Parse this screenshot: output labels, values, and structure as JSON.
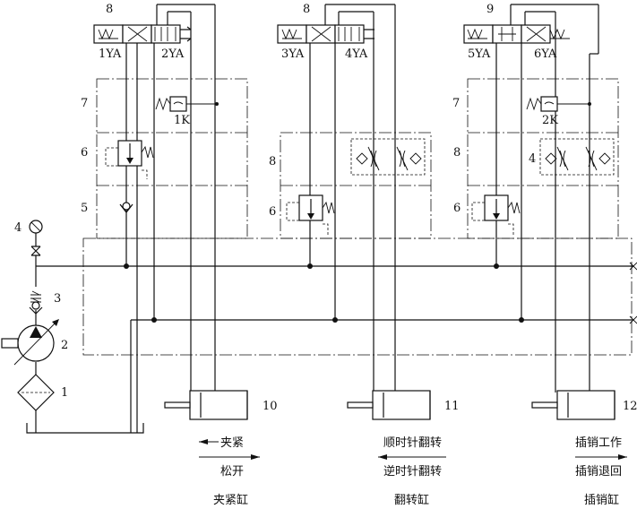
{
  "labels": {
    "n8a": "8",
    "n8b": "8",
    "n9": "9",
    "ya1": "1YA",
    "ya2": "2YA",
    "ya3": "3YA",
    "ya4": "4YA",
    "ya5": "5YA",
    "ya6": "6YA",
    "n7a": "7",
    "n7b": "7",
    "k1": "1K",
    "k2": "2K",
    "n6a": "6",
    "n6b": "6",
    "n6c": "6",
    "n8c": "8",
    "n8d": "8",
    "n4a": "4",
    "n4b": "4",
    "n5": "5",
    "n3": "3",
    "n2": "2",
    "n1": "1",
    "n10": "10",
    "n11": "11",
    "n12": "12"
  },
  "captions": {
    "clamp_fwd": "夹紧",
    "clamp_back": "松开",
    "clamp_cyl": "夹紧缸",
    "flip_cw": "顺时针翻转",
    "flip_ccw": "逆时针翻转",
    "flip_cyl": "翻转缸",
    "pin_work": "插销工作",
    "pin_return": "插销退回",
    "pin_cyl": "插销缸"
  }
}
